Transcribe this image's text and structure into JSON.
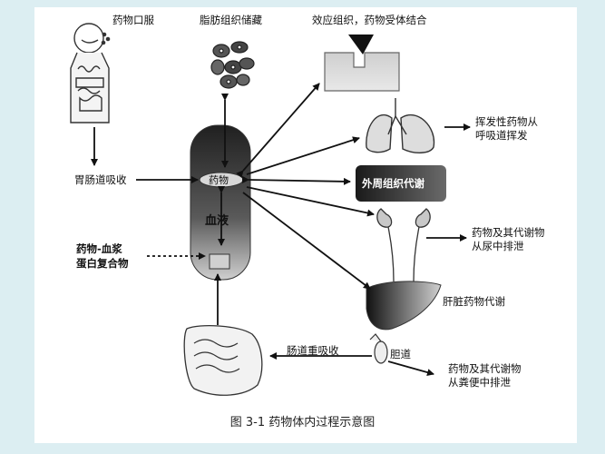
{
  "labels": {
    "oral": "药物口服",
    "fat": "脂肪组织储藏",
    "effector": "效应组织，药物受体结合",
    "volatile_1": "挥发性药物从",
    "volatile_2": "呼吸道挥发",
    "peripheral": "外周组织代谢",
    "urine_1": "药物及其代谢物",
    "urine_2": "从尿中排泄",
    "liver": "肝脏药物代谢",
    "gallbladder": "胆道",
    "reabsorb": "肠道重吸收",
    "feces_1": "药物及其代谢物",
    "feces_2": "从粪便中排泄",
    "gi_absorb": "胃肠道吸收",
    "protein_1": "药物-血浆",
    "protein_2": "蛋白复合物",
    "drug": "药物",
    "blood": "血液"
  },
  "caption": "图 3-1  药物体内过程示意图",
  "colors": {
    "background": "#dceef2",
    "panel": "#ffffff",
    "line": "#111111"
  }
}
